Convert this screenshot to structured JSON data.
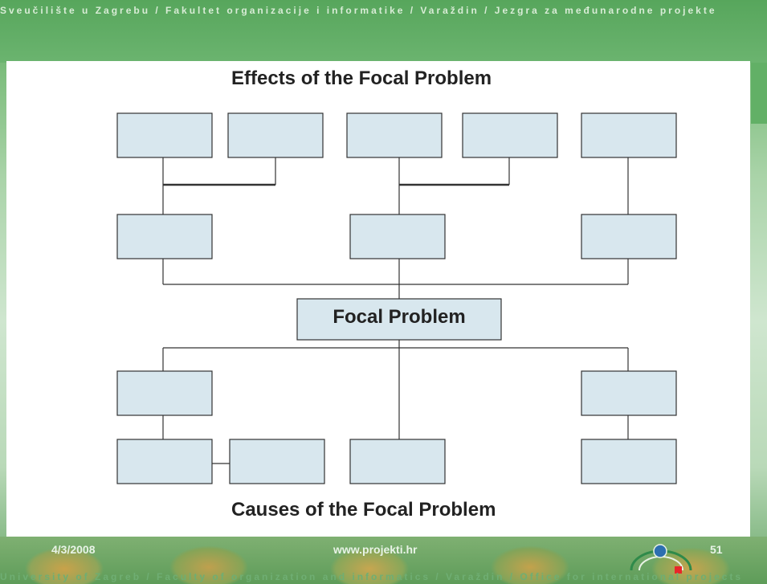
{
  "slide": {
    "top_banner": "Sveučilište u Zagrebu / Fakultet organizacije i informatike / Varaždin / Jezgra za međunarodne projekte",
    "bottom_banner": "University of Zagreb / Faculty of organization and informatics / Varaždin / Office for international projects",
    "date": "4/3/2008",
    "website": "www.projekti.hr",
    "page_number": "51"
  },
  "diagram": {
    "top_title": "Effects of the Focal Problem",
    "center_label": "Focal Problem",
    "bottom_title": "Causes of the Focal Problem"
  },
  "colors": {
    "box_fill": "#d8e7ee",
    "box_stroke": "#333333",
    "brand_green": "#5aa35d"
  }
}
